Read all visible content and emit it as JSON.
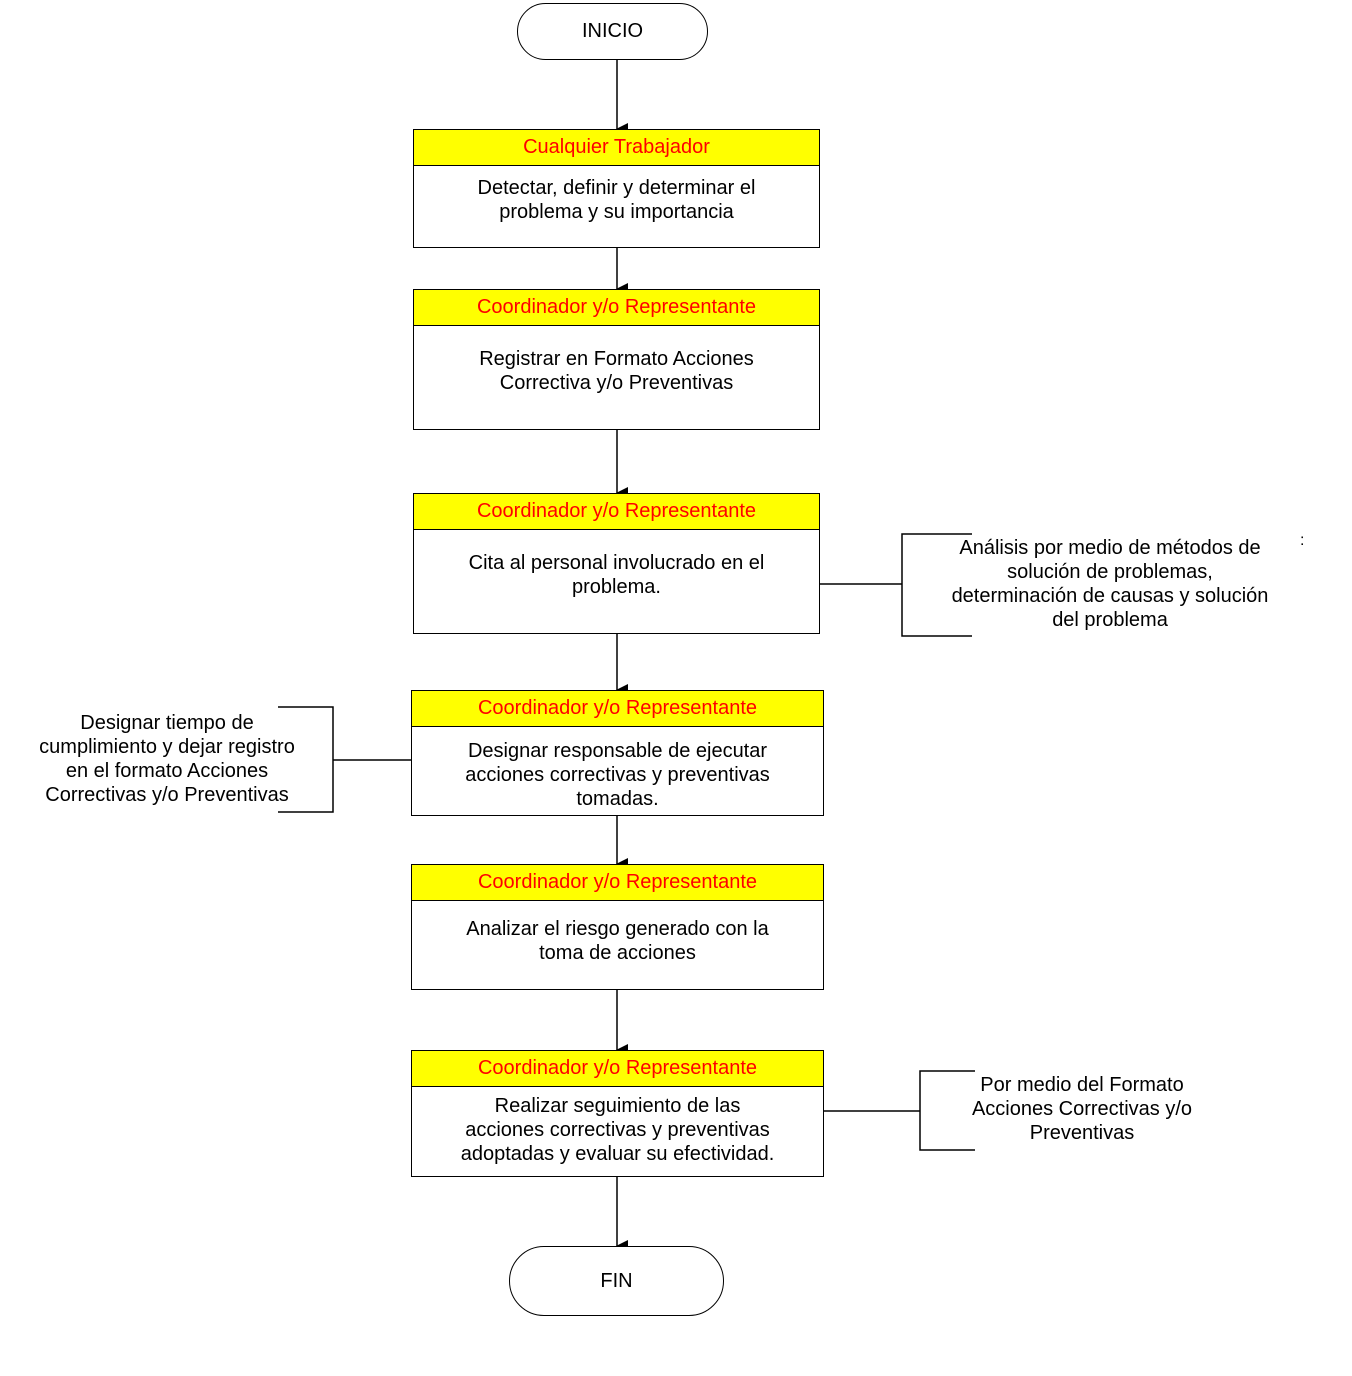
{
  "start_label": "INICIO",
  "end_label": "FIN",
  "steps": [
    {
      "role": "Cualquier Trabajador",
      "text": "Detectar, definir y determinar el\nproblema y su importancia"
    },
    {
      "role": "Coordinador y/o Representante",
      "text": "Registrar en Formato Acciones\nCorrectiva y/o Preventivas"
    },
    {
      "role": "Coordinador y/o Representante",
      "text": "Cita al personal involucrado en el\nproblema."
    },
    {
      "role": "Coordinador y/o Representante",
      "text": "Designar responsable de ejecutar\nacciones correctivas y preventivas\ntomadas."
    },
    {
      "role": "Coordinador y/o Representante",
      "text": "Analizar el riesgo generado con la\ntoma de acciones"
    },
    {
      "role": "Coordinador y/o Representante",
      "text": "Realizar seguimiento de las\nacciones correctivas y preventivas\nadoptadas y evaluar su efectividad."
    }
  ],
  "notes": [
    {
      "text": "Análisis por medio de métodos de\nsolución de problemas,\ndeterminación de causas y solución\ndel problema"
    },
    {
      "text": "Designar tiempo de\ncumplimiento y dejar registro\nen el formato Acciones\nCorrectivas y/o Preventivas"
    },
    {
      "text": "Por medio del Formato\nAcciones Correctivas y/o\nPreventivas"
    }
  ],
  "colors": {
    "header_fill": "#ffff00",
    "header_text": "#ff0000",
    "line": "#000000"
  }
}
